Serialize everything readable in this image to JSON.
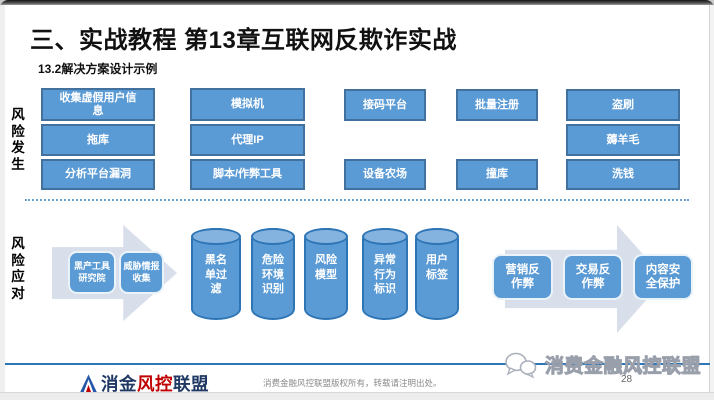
{
  "slide": {
    "title": "三、实战教程 第13章互联网反欺诈实战",
    "subtitle": "13.2解决方案设计示例"
  },
  "risk_occurrence": {
    "label": "风险发生",
    "boxes": [
      "收集虚假用户信息",
      "模拟机",
      "接码平台",
      "批量注册",
      "盗刷",
      "拖库",
      "代理IP",
      "薅羊毛",
      "分析平台漏洞",
      "脚本/作弊工具",
      "设备农场",
      "撞库",
      "洗钱"
    ]
  },
  "risk_response": {
    "label": "风险应对",
    "intel_steps": [
      "黑产工具研究院",
      "威胁情报收集"
    ],
    "capabilities": [
      "黑名单过滤",
      "危险环境识别",
      "风险模型",
      "异常行为标识",
      "用户标签"
    ],
    "applications": [
      "营销反作弊",
      "交易反作弊",
      "内容安全保护"
    ]
  },
  "footer": {
    "logo": {
      "part_blue1": "消金",
      "part_red": "风控",
      "part_blue2": "联盟"
    },
    "copyright": "消费金融风控联盟版权所有，转载请注明出处。",
    "watermark_text": "消费金融风控联盟",
    "page_number": "28"
  },
  "icons": {
    "logo_mark": "mountain-triangle-logo",
    "watermark_icon": "chat-bubbles-icon"
  },
  "colors": {
    "accent_blue": "#5B9BD5",
    "accent_blue_border": "#41719C",
    "cylinder_border": "#2E75B6",
    "arrow_light": "#D8DEEA",
    "footer_line_blue": "#2E75B6",
    "logo_navy": "#1F3864",
    "logo_red": "#C00000"
  }
}
